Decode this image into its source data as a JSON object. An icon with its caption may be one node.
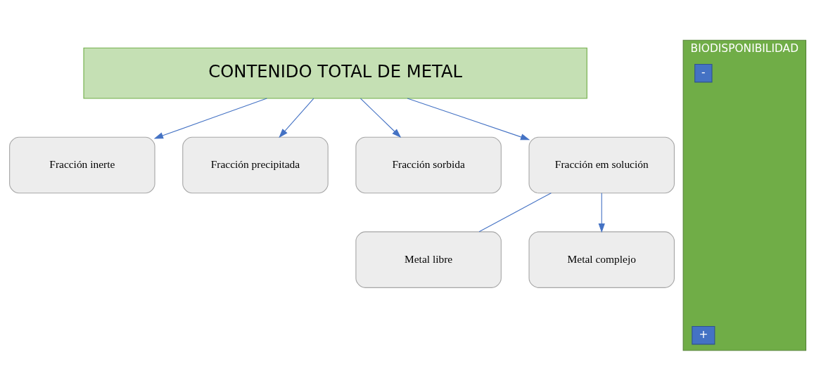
{
  "diagram": {
    "nodes": [
      {
        "text": [
          "CONTENIDO TOTAL DE METAL"
        ]
      },
      {
        "text": [
          "Fracción inerte"
        ]
      },
      {
        "text": [
          "Fracción precipitada"
        ]
      },
      {
        "text": [
          "Fracción sorbida"
        ]
      },
      {
        "text": [
          "Fracción em solución"
        ]
      },
      {
        "text": [
          "Metal libre"
        ]
      },
      {
        "text": [
          "Metal complejo"
        ]
      },
      {
        "text": [
          "BIODISPONIBILIDAD"
        ]
      },
      {
        "text": [
          "-"
        ],
        "in": 7
      },
      {
        "text": [
          "+"
        ],
        "in": 7
      }
    ],
    "edges": [
      {
        "from": 0,
        "to": 1,
        "arrow": "to"
      },
      {
        "from": 0,
        "to": 4,
        "arrow": "to"
      },
      {
        "from": 0,
        "to": 2,
        "arrow": "to"
      },
      {
        "from": 0,
        "to": 3,
        "arrow": "to"
      },
      {
        "from": 4,
        "to": 5,
        "arrow": "none"
      },
      {
        "from": 4,
        "to": 6,
        "arrow": "to"
      }
    ]
  }
}
